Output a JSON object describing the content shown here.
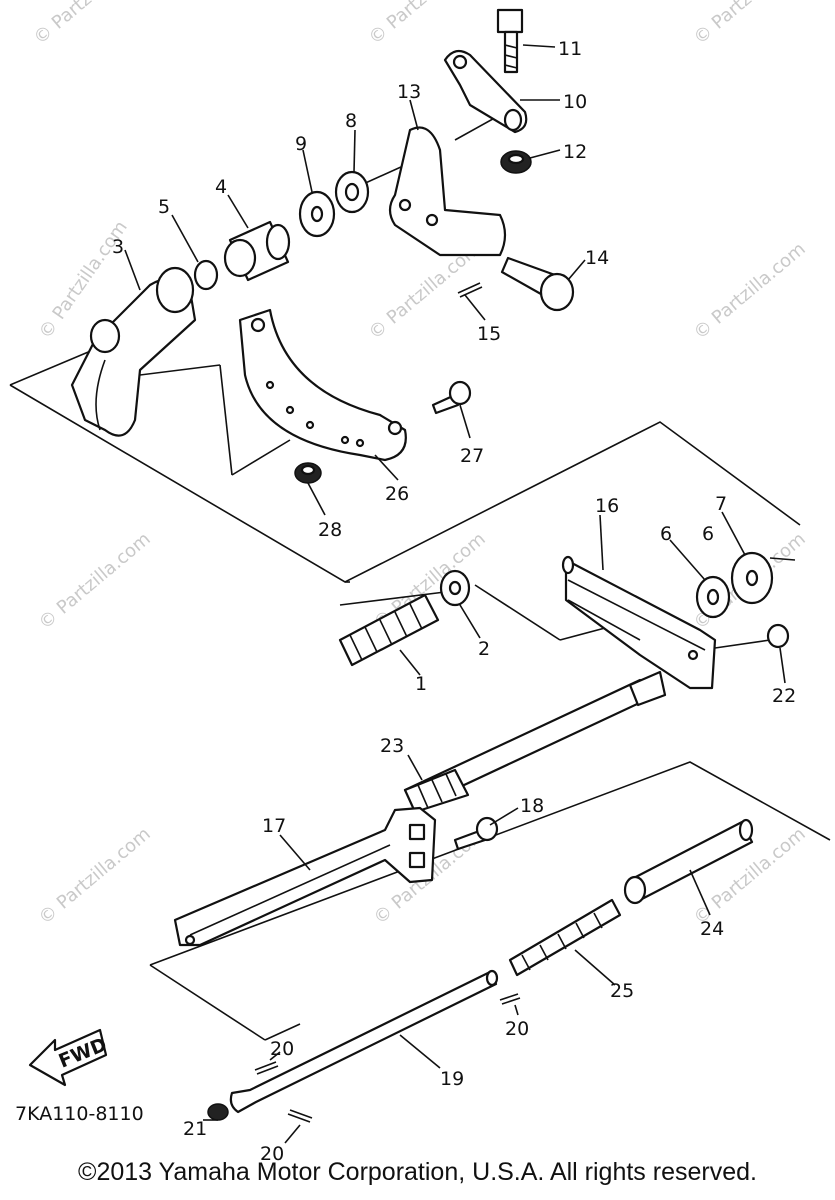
{
  "watermark": "© Partzilla.com",
  "diagram_code": "7KA110-8110",
  "fwd_label": "FWD",
  "copyright": "©2013 Yamaha Motor Corporation, U.S.A. All rights reserved.",
  "callouts": [
    "1",
    "2",
    "3",
    "4",
    "5",
    "6",
    "6",
    "7",
    "8",
    "9",
    "10",
    "11",
    "12",
    "13",
    "14",
    "15",
    "16",
    "17",
    "18",
    "19",
    "20",
    "20",
    "20",
    "21",
    "22",
    "23",
    "24",
    "25",
    "26",
    "27",
    "28"
  ]
}
